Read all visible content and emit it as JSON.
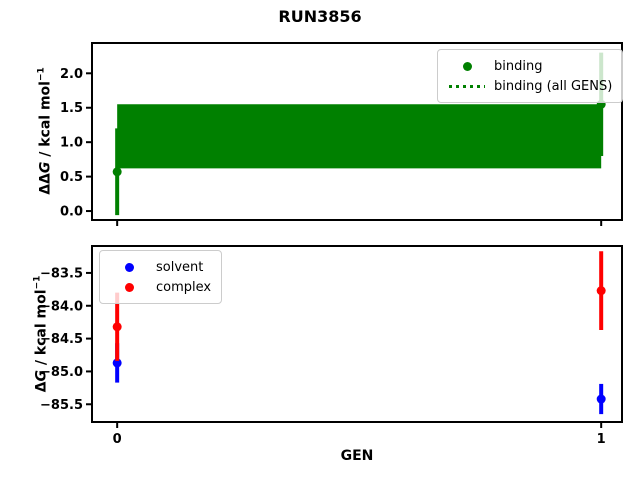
{
  "title": "RUN3856",
  "colors": {
    "binding": "#008000",
    "solvent": "#0000ff",
    "complex": "#ff0000",
    "axes": "#000000",
    "legend_border": "#cccccc"
  },
  "chart_data": [
    {
      "id": "ddg-subplot",
      "type": "scatter",
      "ylabel": "ΔΔG / kcal mol⁻¹",
      "ylabel_parts": {
        "delta": "ΔΔ",
        "var": "G",
        "unit": " / kcal mol",
        "exponent": "−1"
      },
      "xlabel": "",
      "xlim": [
        -0.052,
        1.043
      ],
      "ylim": [
        -0.13,
        2.44
      ],
      "yticks": [
        0.0,
        0.5,
        1.0,
        1.5,
        2.0
      ],
      "ytick_labels": [
        "0.0",
        "0.5",
        "1.0",
        "1.5",
        "2.0"
      ],
      "xticks": [
        0,
        1
      ],
      "xtick_labels": [
        "",
        ""
      ],
      "grid": false,
      "legend_position": "upper right",
      "series": [
        {
          "name": "binding",
          "color": "#008000",
          "marker": "circle",
          "x": [
            0,
            1
          ],
          "y": [
            0.57,
            1.55
          ],
          "yerr": [
            0.63,
            0.75
          ]
        },
        {
          "name": "binding (all GENS)",
          "color": "#008000",
          "linestyle": "dotted",
          "x": [
            0,
            1
          ],
          "y": [
            1.085,
            1.085
          ],
          "band_lo": [
            0.62,
            0.62
          ],
          "band_hi": [
            1.55,
            1.55
          ]
        }
      ],
      "legend": [
        {
          "label": "binding",
          "marker": "dot"
        },
        {
          "label": "binding (all GENS)",
          "marker": "dotted-line"
        }
      ]
    },
    {
      "id": "dg-subplot",
      "type": "scatter",
      "ylabel": "ΔG / kcal mol⁻¹",
      "ylabel_parts": {
        "delta": "Δ",
        "var": "G",
        "unit": " / kcal mol",
        "exponent": "−1"
      },
      "xlabel": "GEN",
      "xlim": [
        -0.052,
        1.043
      ],
      "ylim": [
        -85.77,
        -83.09
      ],
      "yticks": [
        -83.5,
        -84.0,
        -84.5,
        -85.0,
        -85.5
      ],
      "ytick_labels": [
        "−83.5",
        "−84.0",
        "−84.5",
        "−85.0",
        "−85.5"
      ],
      "xticks": [
        0,
        1
      ],
      "xtick_labels": [
        "0",
        "1"
      ],
      "grid": false,
      "legend_position": "upper left",
      "series": [
        {
          "name": "solvent",
          "color": "#0000ff",
          "marker": "circle",
          "x": [
            0,
            1
          ],
          "y": [
            -84.87,
            -85.42
          ],
          "yerr": [
            0.3,
            0.23
          ]
        },
        {
          "name": "complex",
          "color": "#ff0000",
          "marker": "circle",
          "x": [
            0,
            1
          ],
          "y": [
            -84.32,
            -83.77
          ],
          "yerr": [
            0.52,
            0.6
          ]
        }
      ],
      "legend": [
        {
          "label": "solvent",
          "marker": "dot"
        },
        {
          "label": "complex",
          "marker": "dot"
        }
      ]
    }
  ]
}
